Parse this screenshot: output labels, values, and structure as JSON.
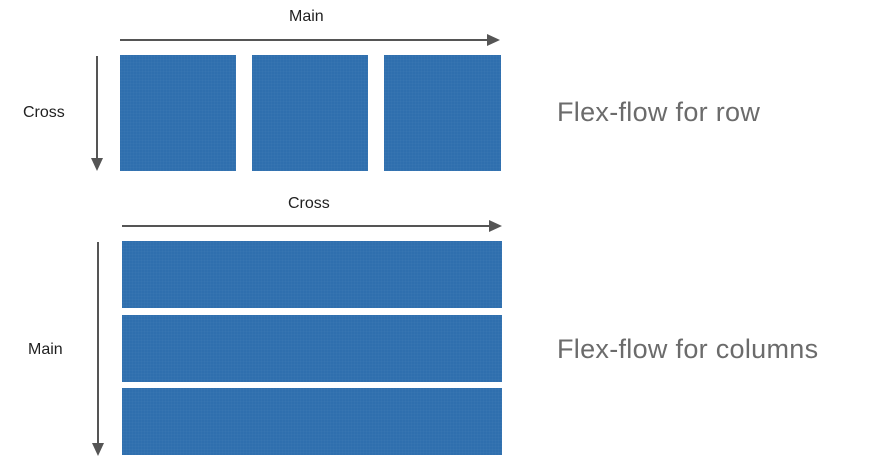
{
  "colors": {
    "box_fill": "#2f6fae",
    "arrow": "#555555",
    "axis_text": "#1f1f1f",
    "caption_text": "#6b6b6b",
    "background": "#ffffff"
  },
  "row_diagram": {
    "main_axis_label": "Main",
    "cross_axis_label": "Cross",
    "caption": "Flex-flow for row",
    "item_count": 3
  },
  "column_diagram": {
    "main_axis_label": "Main",
    "cross_axis_label": "Cross",
    "caption": "Flex-flow for columns",
    "item_count": 3
  }
}
